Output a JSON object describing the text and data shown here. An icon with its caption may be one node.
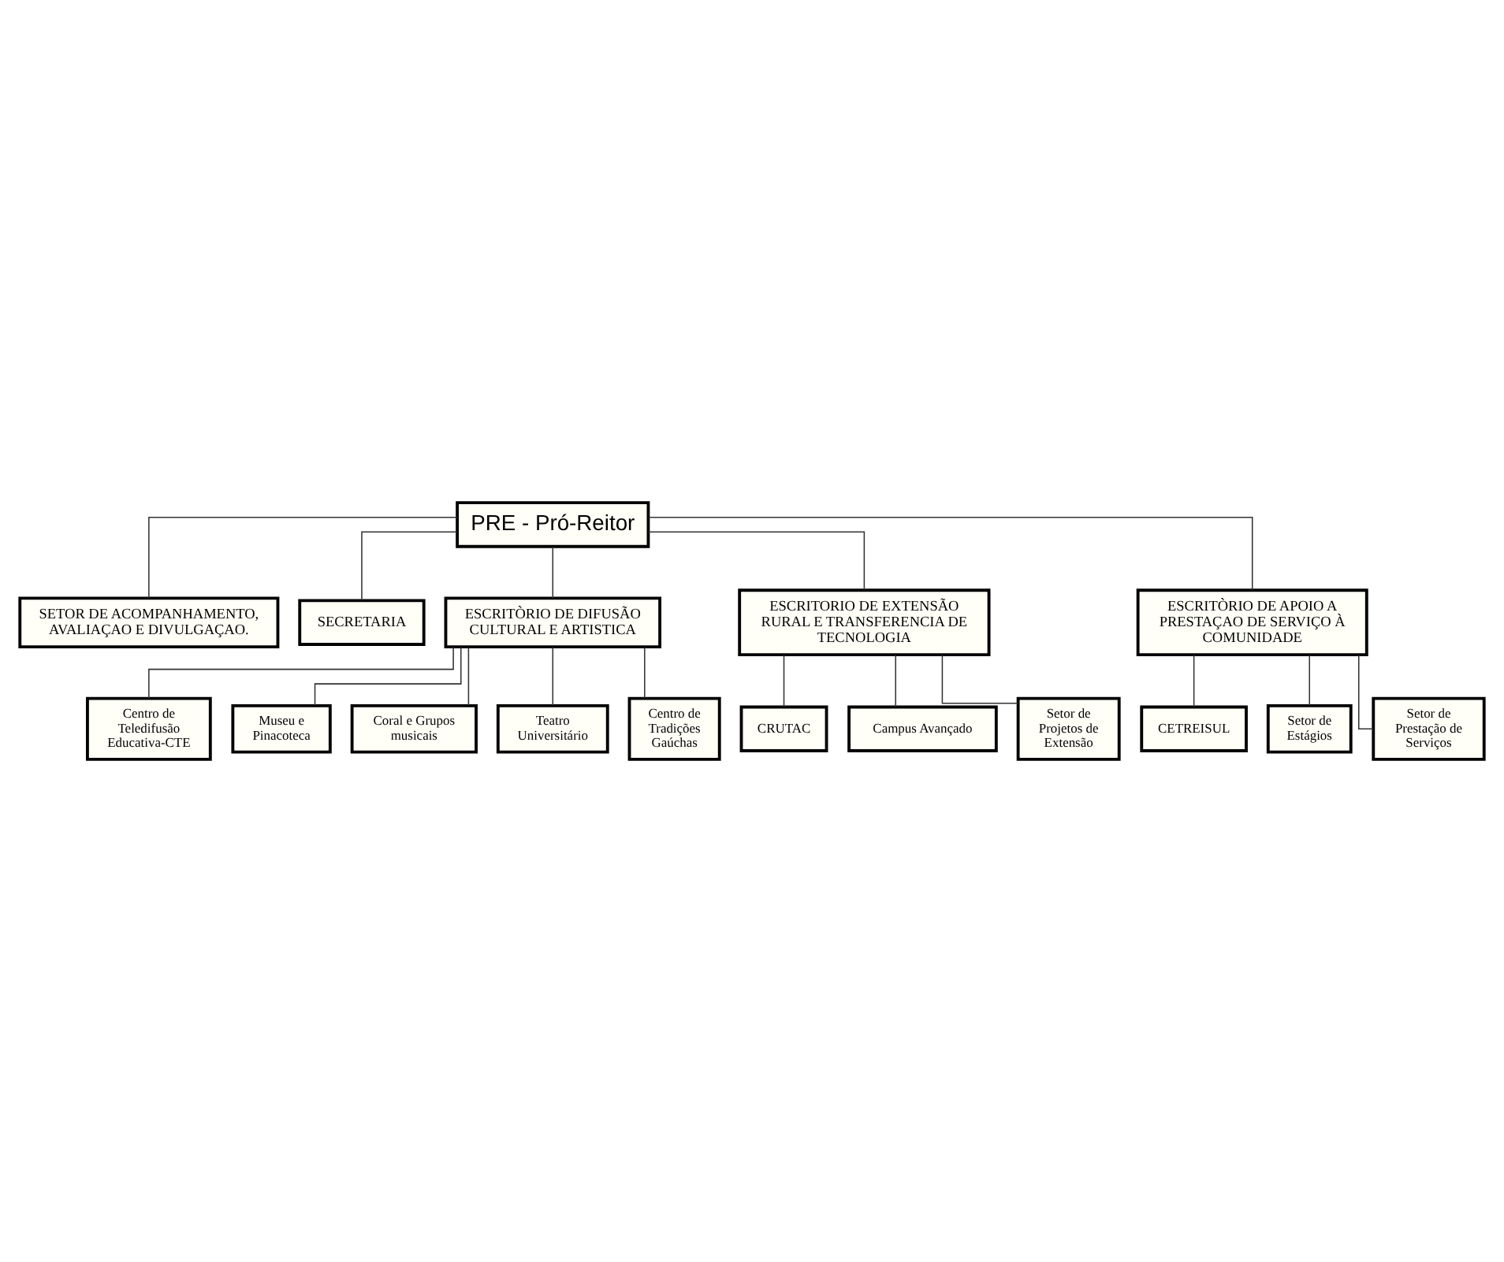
{
  "diagram": {
    "nodes": [
      {
        "text": [
          "PRE - Pró-Reitor"
        ]
      },
      {
        "text": [
          "SETOR DE ACOMPANHAMENTO, AVALIAÇAO E DIVULGAÇAO."
        ]
      },
      {
        "text": [
          "SECRETARIA"
        ]
      },
      {
        "text": [
          "ESCRITÒRIO DE DIFUSÃO CULTURAL E ARTISTICA"
        ]
      },
      {
        "text": [
          "ESCRITORIO DE EXTENSÃO RURAL E TRANSFERENCIA DE TECNOLOGIA"
        ]
      },
      {
        "text": [
          "ESCRITÒRIO DE APOIO A PRESTAÇAO DE SERVIÇO À COMUNIDADE"
        ]
      },
      {
        "text": [
          "Centro de Teledifusão Educativa-CTE"
        ]
      },
      {
        "text": [
          "Museu e Pinacoteca"
        ]
      },
      {
        "text": [
          "Coral e Grupos musicais"
        ]
      },
      {
        "text": [
          "Teatro Universitário"
        ]
      },
      {
        "text": [
          "Centro de Tradições Gaúchas"
        ]
      },
      {
        "text": [
          "CRUTAC"
        ]
      },
      {
        "text": [
          "Campus Avançado"
        ]
      },
      {
        "text": [
          "Setor de Projetos de Extensão"
        ]
      },
      {
        "text": [
          "CETREISUL"
        ]
      },
      {
        "text": [
          "Setor de Estágios"
        ]
      },
      {
        "text": [
          "Setor de Prestação de Serviços"
        ]
      }
    ],
    "edges": [
      {
        "from": 0,
        "to": 1,
        "arrow": "none"
      },
      {
        "from": 0,
        "to": 2,
        "arrow": "none"
      },
      {
        "from": 0,
        "to": 3,
        "arrow": "none"
      },
      {
        "from": 0,
        "to": 4,
        "arrow": "none"
      },
      {
        "from": 0,
        "to": 5,
        "arrow": "none"
      },
      {
        "from": 3,
        "to": 6,
        "arrow": "none"
      },
      {
        "from": 3,
        "to": 7,
        "arrow": "none"
      },
      {
        "from": 3,
        "to": 8,
        "arrow": "none"
      },
      {
        "from": 3,
        "to": 9,
        "arrow": "none"
      },
      {
        "from": 3,
        "to": 10,
        "arrow": "none"
      },
      {
        "from": 4,
        "to": 11,
        "arrow": "none"
      },
      {
        "from": 4,
        "to": 12,
        "arrow": "none"
      },
      {
        "from": 4,
        "to": 13,
        "arrow": "none"
      },
      {
        "from": 5,
        "to": 14,
        "arrow": "none"
      },
      {
        "from": 5,
        "to": 15,
        "arrow": "none"
      },
      {
        "from": 5,
        "to": 16,
        "arrow": "none"
      }
    ]
  }
}
